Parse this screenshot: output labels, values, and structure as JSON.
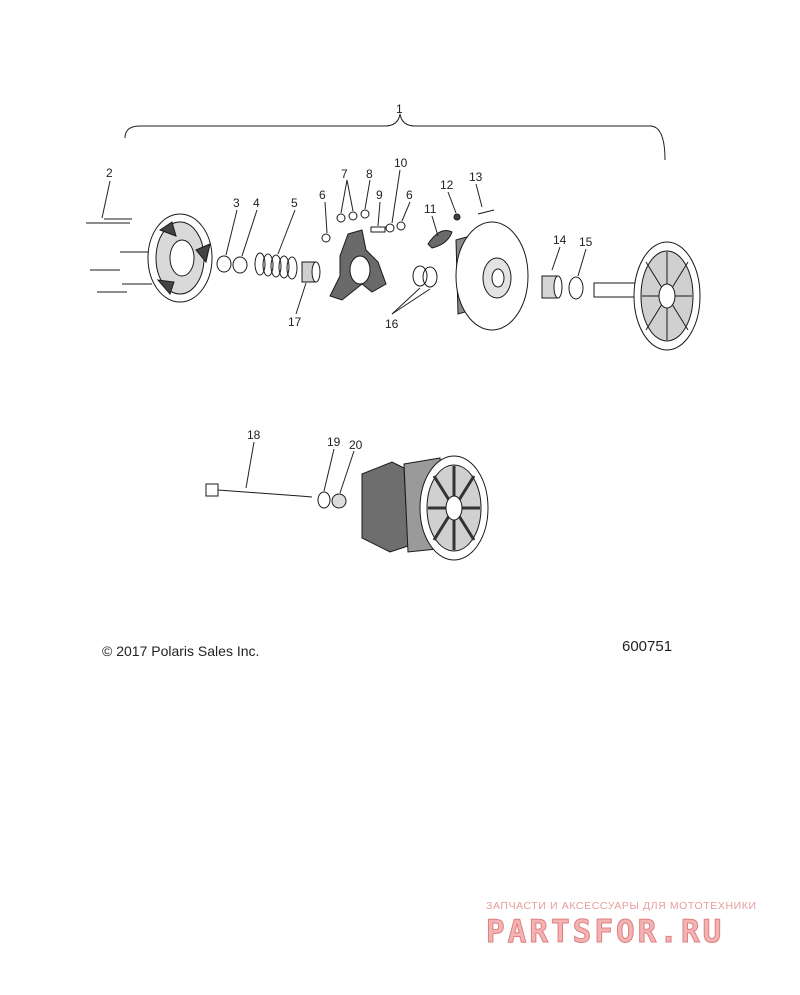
{
  "callouts": {
    "c1": "1",
    "c2": "2",
    "c3": "3",
    "c4": "4",
    "c5": "5",
    "c6a": "6",
    "c6b": "6",
    "c7": "7",
    "c8": "8",
    "c9": "9",
    "c10": "10",
    "c11": "11",
    "c12": "12",
    "c13": "13",
    "c14": "14",
    "c15": "15",
    "c16": "16",
    "c17": "17",
    "c18": "18",
    "c19": "19",
    "c20": "20"
  },
  "copyright": "© 2017 Polaris Sales Inc.",
  "drawing_number": "600751",
  "watermark": {
    "tagline": "ЗАПЧАСТИ И АКСЕССУАРЫ ДЛЯ МОТОТЕХНИКИ",
    "logo": "PARTSFOR.RU"
  },
  "colors": {
    "line": "#1a1a1a",
    "shade": "#555555",
    "watermark": "#e89c9c"
  }
}
